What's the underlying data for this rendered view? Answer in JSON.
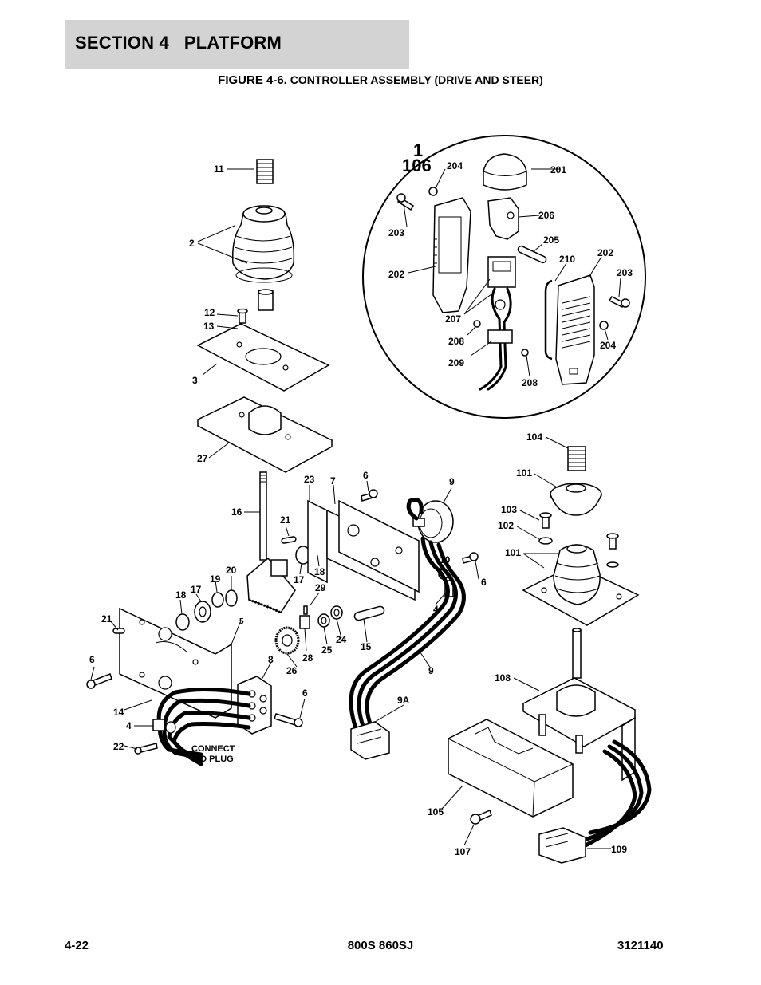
{
  "header": {
    "section": "SECTION 4   PLATFORM",
    "figure_title_lead": "FIGURE 4-6.",
    "figure_title_rest": " CONTROLLER ASSEMBLY (DRIVE AND STEER)"
  },
  "footer": {
    "page_number": "4-22",
    "models": "800S 860SJ",
    "part_number": "3121140"
  },
  "detail": {
    "label_top": "1",
    "label_bottom": "106"
  },
  "callouts": [
    {
      "id": "c-11",
      "text": "11"
    },
    {
      "id": "c-2",
      "text": "2"
    },
    {
      "id": "c-12",
      "text": "12"
    },
    {
      "id": "c-13",
      "text": "13"
    },
    {
      "id": "c-3",
      "text": "3"
    },
    {
      "id": "c-27",
      "text": "27"
    },
    {
      "id": "c-16",
      "text": "16"
    },
    {
      "id": "c-23",
      "text": "23"
    },
    {
      "id": "c-7",
      "text": "7"
    },
    {
      "id": "c-6a",
      "text": "6"
    },
    {
      "id": "c-9a",
      "text": "9"
    },
    {
      "id": "c-21a",
      "text": "21"
    },
    {
      "id": "c-17a",
      "text": "17"
    },
    {
      "id": "c-18a",
      "text": "18"
    },
    {
      "id": "c-29",
      "text": "29"
    },
    {
      "id": "c-10",
      "text": "10"
    },
    {
      "id": "c-6b",
      "text": "6"
    },
    {
      "id": "c-4a",
      "text": "4"
    },
    {
      "id": "c-17b",
      "text": "17"
    },
    {
      "id": "c-19",
      "text": "19"
    },
    {
      "id": "c-20",
      "text": "20"
    },
    {
      "id": "c-18b",
      "text": "18"
    },
    {
      "id": "c-21b",
      "text": "21"
    },
    {
      "id": "c-5",
      "text": "5"
    },
    {
      "id": "c-28",
      "text": "28"
    },
    {
      "id": "c-24",
      "text": "24"
    },
    {
      "id": "c-25",
      "text": "25"
    },
    {
      "id": "c-15",
      "text": "15"
    },
    {
      "id": "c-6c",
      "text": "6"
    },
    {
      "id": "c-8",
      "text": "8"
    },
    {
      "id": "c-26",
      "text": "26"
    },
    {
      "id": "c-9b",
      "text": "9"
    },
    {
      "id": "c-9A",
      "text": "9A"
    },
    {
      "id": "c-6d",
      "text": "6"
    },
    {
      "id": "c-14",
      "text": "14"
    },
    {
      "id": "c-4b",
      "text": "4"
    },
    {
      "id": "c-22",
      "text": "22"
    },
    {
      "id": "c-connect1",
      "text": "CONNECT"
    },
    {
      "id": "c-connect2",
      "text": "TO PLUG"
    },
    {
      "id": "c-104",
      "text": "104"
    },
    {
      "id": "c-101a",
      "text": "101"
    },
    {
      "id": "c-103",
      "text": "103"
    },
    {
      "id": "c-102",
      "text": "102"
    },
    {
      "id": "c-101b",
      "text": "101"
    },
    {
      "id": "c-108",
      "text": "108"
    },
    {
      "id": "c-105",
      "text": "105"
    },
    {
      "id": "c-107",
      "text": "107"
    },
    {
      "id": "c-109",
      "text": "109"
    },
    {
      "id": "c-204a",
      "text": "204"
    },
    {
      "id": "c-201",
      "text": "201"
    },
    {
      "id": "c-203a",
      "text": "203"
    },
    {
      "id": "c-206",
      "text": "206"
    },
    {
      "id": "c-205",
      "text": "205"
    },
    {
      "id": "c-210",
      "text": "210"
    },
    {
      "id": "c-202a",
      "text": "202"
    },
    {
      "id": "c-202b",
      "text": "202"
    },
    {
      "id": "c-203b",
      "text": "203"
    },
    {
      "id": "c-207",
      "text": "207"
    },
    {
      "id": "c-208a",
      "text": "208"
    },
    {
      "id": "c-209",
      "text": "209"
    },
    {
      "id": "c-208b",
      "text": "208"
    },
    {
      "id": "c-204b",
      "text": "204"
    }
  ]
}
